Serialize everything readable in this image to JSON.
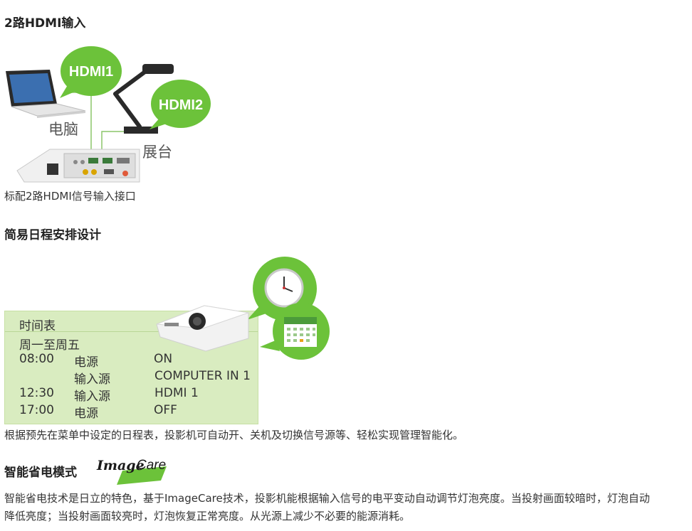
{
  "sec1": {
    "title": "2路HDMI输入",
    "bubble1": "HDMI1",
    "bubble2": "HDMI2",
    "label_pc": "电脑",
    "label_stand": "展台",
    "caption": "标配2路HDMI信号输入接口"
  },
  "sec2": {
    "title": "简易日程安排设计",
    "schedule": {
      "header": "时间表",
      "days": "周一至周五",
      "rows": [
        {
          "time": "08:00",
          "item": "电源",
          "value": "ON"
        },
        {
          "time": "",
          "item": "输入源",
          "value": "COMPUTER IN 1"
        },
        {
          "time": "12:30",
          "item": "输入源",
          "value": "HDMI 1"
        },
        {
          "time": "17:00",
          "item": "电源",
          "value": "OFF"
        }
      ]
    },
    "caption": "根据预先在菜单中设定的日程表，投影机可自动开、关机及切换信号源等、轻松实现管理智能化。"
  },
  "sec3": {
    "title": "智能省电模式",
    "logo_a": "Image",
    "logo_b": "Care",
    "line1": "智能省电技术是日立的特色，基于ImageCare技术，投影机能根据输入信号的电平变动自动调节灯泡亮度。当投射画面较暗时，灯泡自动",
    "line2": "降低亮度；当投射画面较亮时，灯泡恢复正常亮度。从光源上减少不必要的能源消耗。"
  },
  "colors": {
    "green": "#6cc23a",
    "schedule_bg": "#d9ecc0"
  }
}
